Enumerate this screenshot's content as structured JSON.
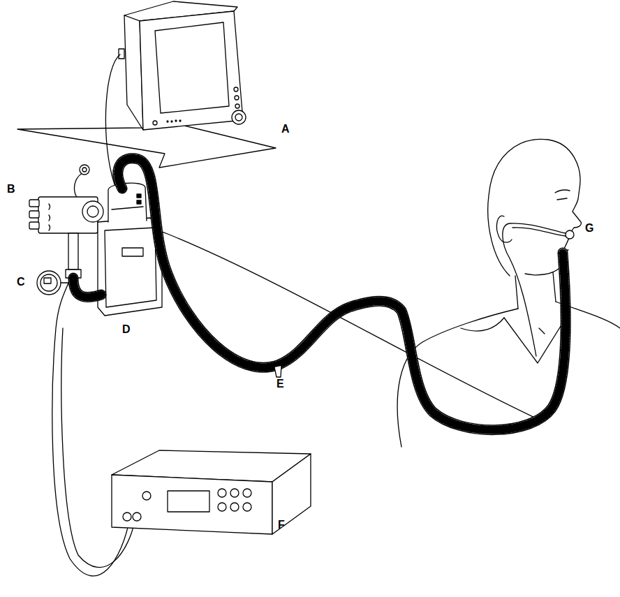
{
  "diagram": {
    "labels": [
      "A",
      "B",
      "C",
      "D",
      "E",
      "F",
      "G"
    ]
  }
}
